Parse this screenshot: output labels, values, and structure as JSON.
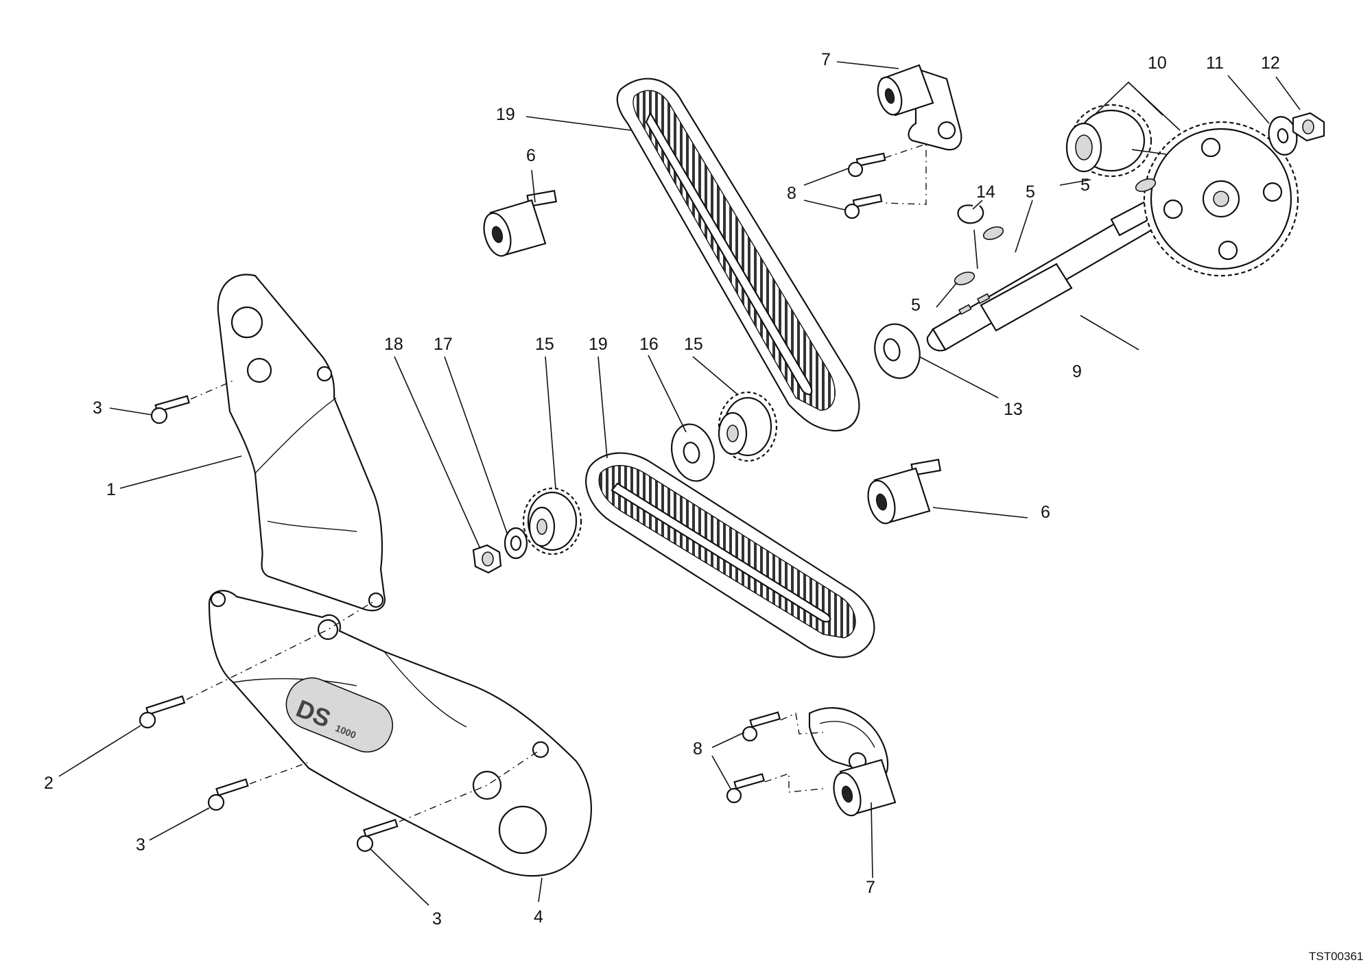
{
  "drawing_code": "TST00361",
  "emblem": {
    "main": "DS",
    "sub": "1000"
  },
  "callouts": {
    "c1": "1",
    "c2": "2",
    "c3a": "3",
    "c3b": "3",
    "c3c": "3",
    "c4": "4",
    "c5a": "5",
    "c5b": "5",
    "c5c": "5",
    "c6a": "6",
    "c6b": "6",
    "c7a": "7",
    "c7b": "7",
    "c8a": "8",
    "c8b": "8",
    "c9": "9",
    "c10": "10",
    "c11": "11",
    "c12": "12",
    "c13": "13",
    "c14": "14",
    "c15a": "15",
    "c15b": "15",
    "c16": "16",
    "c17": "17",
    "c18": "18",
    "c19a": "19",
    "c19b": "19"
  }
}
